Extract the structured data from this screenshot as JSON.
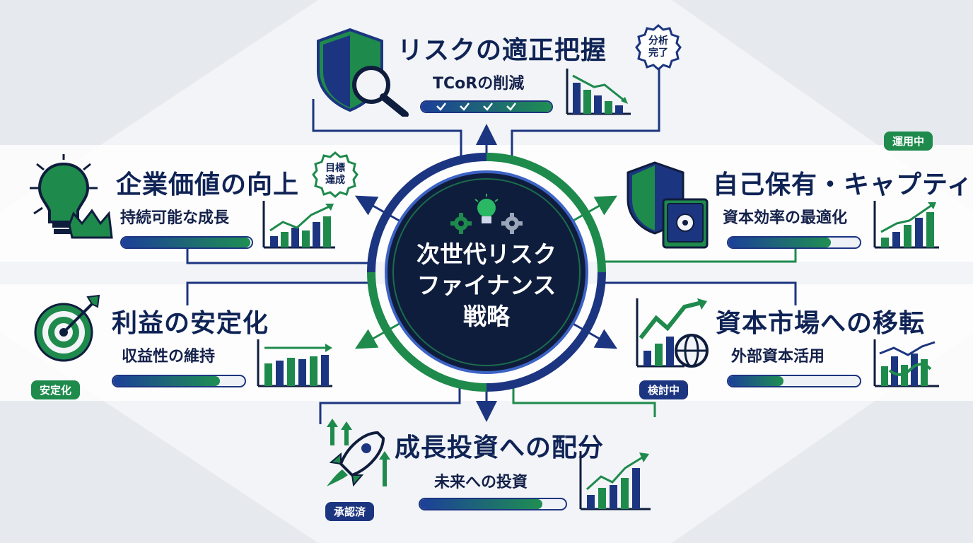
{
  "hub": {
    "title_lines": [
      "次世代リスク",
      "ファイナンス",
      "戦略"
    ]
  },
  "nodes": {
    "risk": {
      "title": "リスクの適正把握",
      "subtitle": "TCoRの削減",
      "progress": 1.0,
      "seal": [
        "分析",
        "完了"
      ]
    },
    "value": {
      "title": "企業価値の向上",
      "subtitle": "持続可能な成長",
      "progress": 0.99,
      "seal": [
        "目標",
        "達成"
      ]
    },
    "captive": {
      "title": "自己保有・キャプティブ",
      "subtitle": "資本効率の最適化",
      "progress": 0.78,
      "badge": "運用中"
    },
    "profit": {
      "title": "利益の安定化",
      "subtitle": "収益性の維持",
      "progress": 0.81,
      "badge": "安定化"
    },
    "market": {
      "title": "資本市場への移転",
      "subtitle": "外部資本活用",
      "progress": 0.42,
      "badge": "検討中"
    },
    "growth": {
      "title": "成長投資への配分",
      "subtitle": "未来への投資",
      "progress": 0.84,
      "badge": "承認済"
    }
  },
  "colors": {
    "navy": "#1c3580",
    "green": "#1e8a4c",
    "hub": "#0f1d3d"
  },
  "icons": [
    "shield-magnifier-icon",
    "lightbulb-crown-icon",
    "shield-safe-icon",
    "target-arrow-icon",
    "growth-globe-icon",
    "rocket-icon",
    "gear-icon",
    "lightbulb-icon"
  ]
}
